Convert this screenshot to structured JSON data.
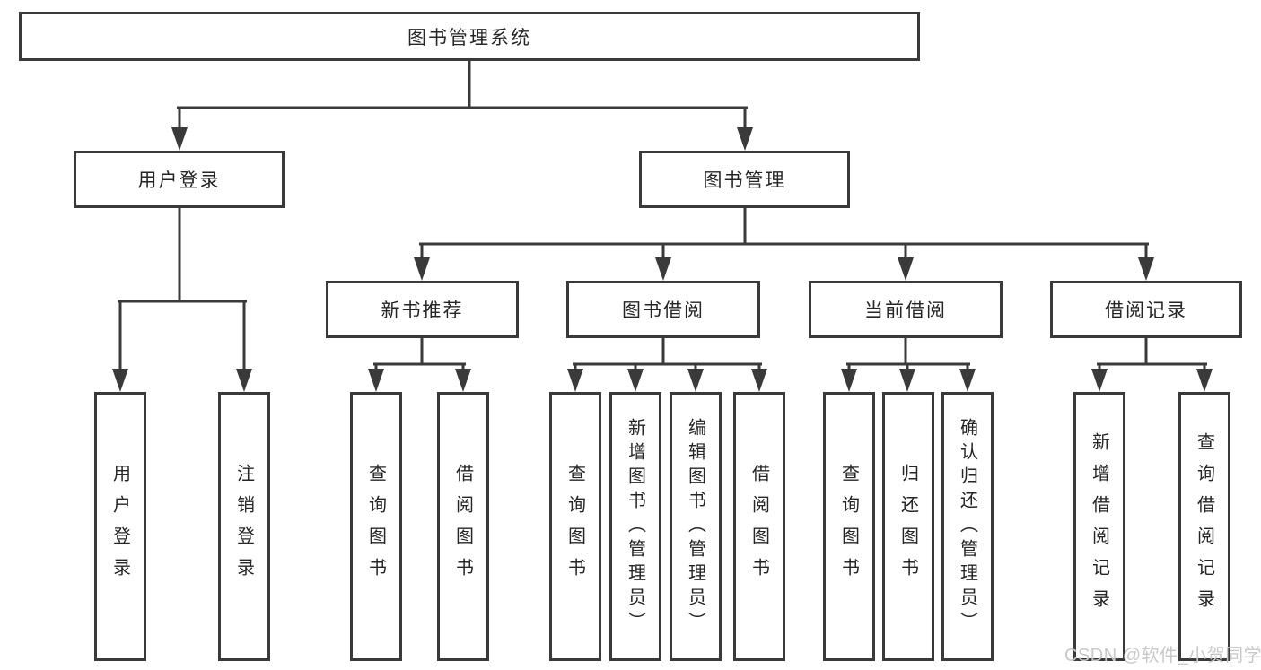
{
  "tree": {
    "root": "图书管理系统",
    "user_login": {
      "label": "用户登录",
      "children": [
        "用户登录",
        "注销登录"
      ]
    },
    "book_management": {
      "label": "图书管理",
      "sections": [
        {
          "label": "新书推荐",
          "children": [
            "查询图书",
            "借阅图书"
          ]
        },
        {
          "label": "图书借阅",
          "children": [
            "查询图书",
            "新增图书（管理员）",
            "编辑图书（管理员）",
            "借阅图书"
          ]
        },
        {
          "label": "当前借阅",
          "children": [
            "查询图书",
            "归还图书",
            "确认归还（管理员）"
          ]
        },
        {
          "label": "借阅记录",
          "children": [
            "新增借阅记录",
            "查询借阅记录"
          ]
        }
      ]
    }
  },
  "watermark": "CSDN @软件_小贺同学",
  "colors": {
    "line": "#3a3a3a",
    "text": "#262626",
    "watermark_text": "#c8c8c8",
    "background": "#ffffff"
  }
}
